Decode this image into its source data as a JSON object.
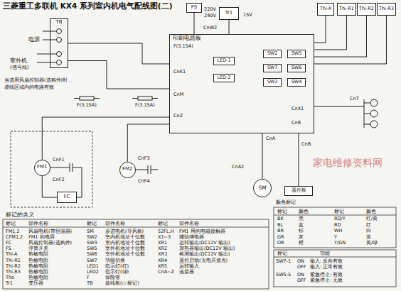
{
  "diagram": {
    "title": "三菱重工多联机 KX4 系列室内机电气配线图(二)",
    "nodes": [
      {
        "text": [
          "印刷电路板"
        ]
      },
      {
        "text": [
          "LED-1"
        ],
        "in": 0
      },
      {
        "text": [
          "LED-2"
        ],
        "in": 0
      },
      {
        "text": [
          "SW2"
        ],
        "in": 0
      },
      {
        "text": [
          "SW5"
        ],
        "in": 0
      },
      {
        "text": [
          "SW6"
        ],
        "in": 0
      },
      {
        "text": [
          "SW3"
        ],
        "in": 0
      },
      {
        "text": [
          "SW4"
        ],
        "in": 0
      },
      {
        "text": [
          "SW7"
        ],
        "in": 0
      },
      {
        "text": [
          "Tr1"
        ]
      },
      {
        "text": [
          "FS"
        ]
      },
      {
        "text": [
          "Thi-A"
        ]
      },
      {
        "text": [
          "Thi-R1"
        ]
      },
      {
        "text": [
          "Thi-R2"
        ]
      },
      {
        "text": [
          "Thi-R3"
        ]
      },
      {
        "text": [
          "TB"
        ]
      },
      {
        "text": [
          "FC"
        ]
      },
      {
        "text": [
          "FM1"
        ]
      },
      {
        "text": [
          "FM2"
        ]
      },
      {
        "text": [
          "SM"
        ]
      },
      {
        "text": [
          "遥控板"
        ]
      }
    ],
    "edges": [
      {
        "from": 15,
        "to": 0,
        "arrow": "none"
      },
      {
        "from": 15,
        "to": 0,
        "arrow": "none"
      },
      {
        "from": 9,
        "to": 0,
        "arrow": "none"
      },
      {
        "from": 10,
        "to": 0,
        "arrow": "none"
      },
      {
        "from": 11,
        "to": 0,
        "arrow": "none"
      },
      {
        "from": 12,
        "to": 0,
        "arrow": "none"
      },
      {
        "from": 13,
        "to": 0,
        "arrow": "none"
      },
      {
        "from": 14,
        "to": 0,
        "arrow": "none"
      },
      {
        "from": 19,
        "to": 0,
        "arrow": "none"
      },
      {
        "from": 20,
        "to": 0,
        "arrow": "none"
      },
      {
        "from": 18,
        "to": 0,
        "arrow": "none"
      },
      {
        "from": 17,
        "to": 0,
        "arrow": "none"
      },
      {
        "from": 17,
        "to": 16,
        "arrow": "none"
      }
    ],
    "labels": [
      "电源",
      "室外机",
      "(信号线)",
      "220V",
      "240V",
      "15V",
      "CnW2",
      "F(3.15A)",
      "CnK1",
      "CnM",
      "CnZ",
      "CnX1",
      "CnR",
      "CnT",
      "CnA",
      "CnA2",
      "CnB",
      "当选用风扇控制器(选购件)时，",
      "虚线区域内的电路有效",
      "F(3.15A)",
      "F(3.15A)",
      "CnF1",
      "CnF2",
      "CnF3",
      "CnF4",
      "家电维修资料网",
      "标记的含义",
      "标记",
      "部件名称",
      "标记",
      "部件名称",
      "标记",
      "部件名称",
      "FM1,2",
      "风扇电机(带恒温器)",
      "SM",
      "步进电机(导风板)",
      "52FL,H",
      "FM1 用的电磁接触器",
      "CFM1,2",
      "FM1 的电容",
      "SW2",
      "室内机地址十位数",
      "X1~3",
      "辅助继电器",
      "FC",
      "风扇控制器(选购件)",
      "SW3",
      "室内机地址个位数",
      "XR1",
      "运转输出(DC12V 输出)",
      "FS",
      "浮筒开关",
      "SW5",
      "室外机地址十位数",
      "XR2",
      "加热器输出(DC12V 输出)",
      "Thi-A",
      "热敏电阻",
      "SW6",
      "室外机地址个位数",
      "XR3",
      "检测输出(DC12V 输出)",
      "Thi-R1",
      "热敏电阻",
      "SW7",
      "功能切换",
      "XR4",
      "遥控启动(无电压接点)",
      "Thi-R2",
      "热敏电阻",
      "LED1",
      "指示灯(红)",
      "XR5",
      "运转输入",
      "Thi-R3",
      "热敏电阻",
      "LED2",
      "指示灯(绿)",
      "CnA~Z",
      "连接器",
      "Tho",
      "热敏电阻",
      "F",
      "保险管",
      "Tr1",
      "变压器",
      "TB",
      "接线板(○ 标记)",
      "颜色标记",
      "标记",
      "颜色",
      "标记",
      "颜色",
      "BK",
      "黑",
      "RD/Y",
      "红/黄",
      "BL",
      "蓝",
      "RD",
      "红",
      "BR",
      "棕",
      "WH",
      "白",
      "GR",
      "灰",
      "Y",
      "黄",
      "OR",
      "橙",
      "Y/GN",
      "黄/绿",
      "标记",
      "功能",
      "SW7-1",
      "ON",
      "输入: 反向有效",
      "OFF",
      "输入: 正常有效",
      "SWS-5",
      "ON",
      "紧急停止: 有效",
      "OFF",
      "紧急停止: 无效"
    ]
  }
}
